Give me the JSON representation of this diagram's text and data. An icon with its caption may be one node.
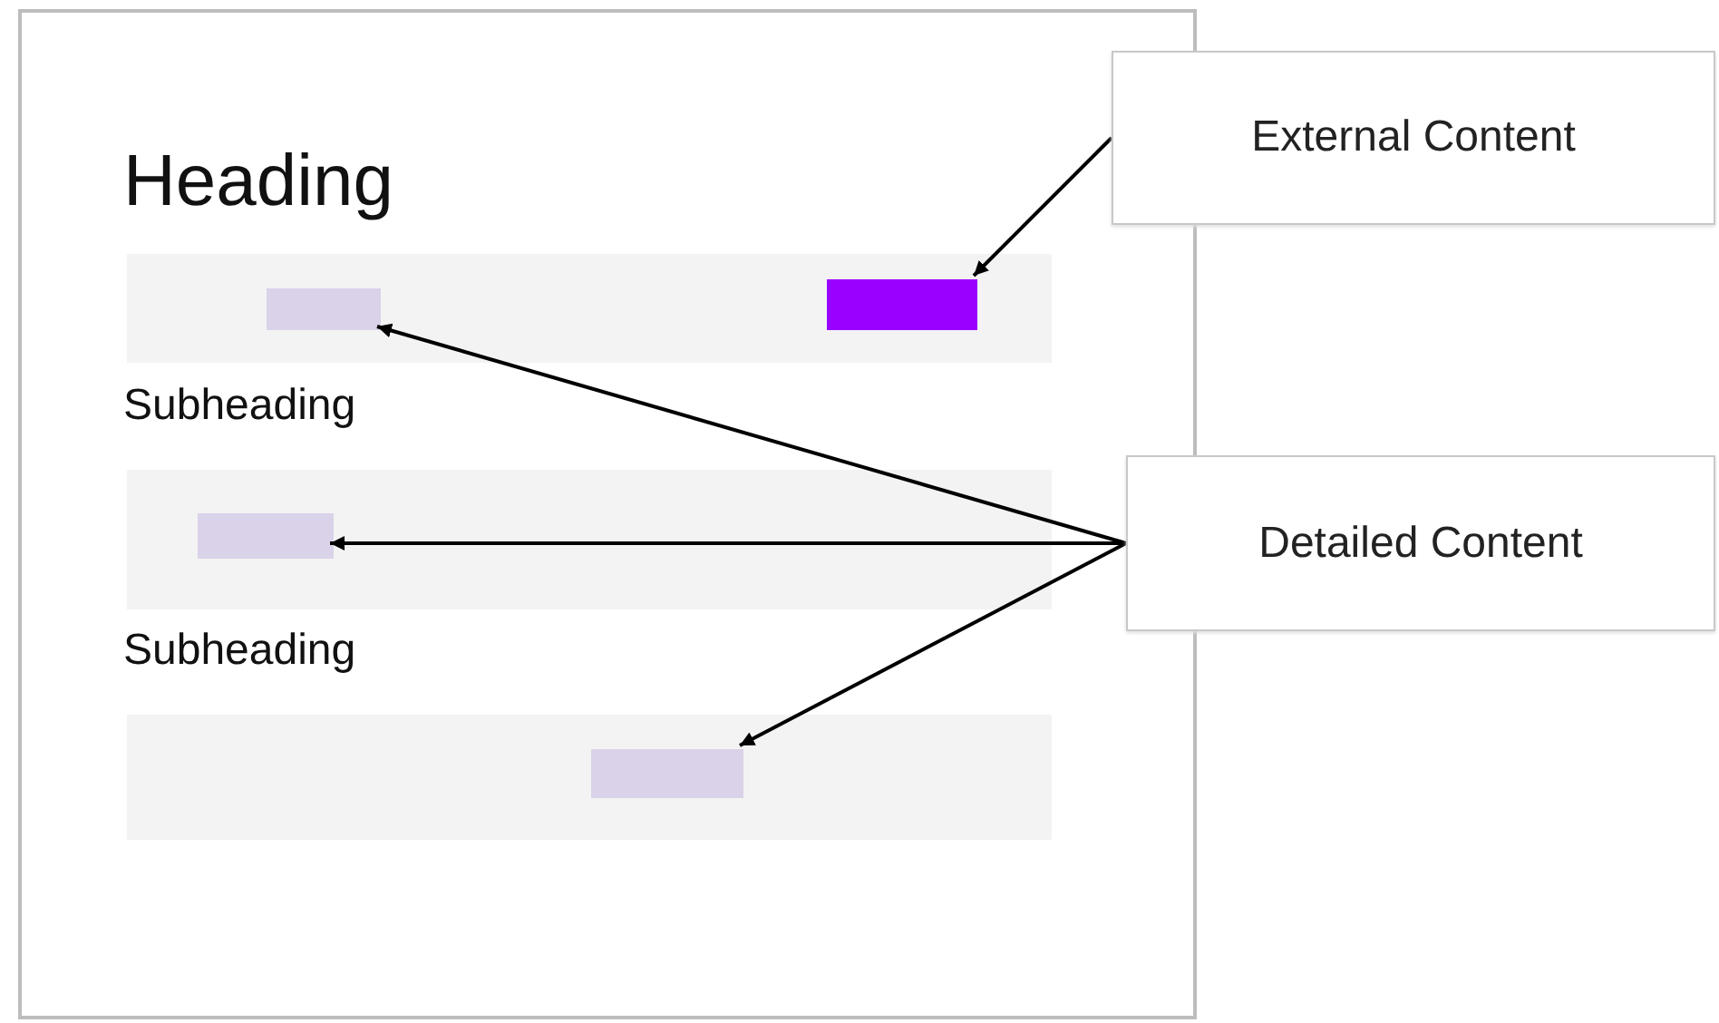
{
  "diagram": {
    "nodes": [
      {
        "text": [],
        "shape": "box"
      },
      {
        "text": [],
        "shape": "box",
        "in": 0
      },
      {
        "text": [],
        "shape": "box",
        "in": 1
      },
      {
        "text": [],
        "shape": "box",
        "in": 1
      },
      {
        "text": [],
        "shape": "box",
        "in": 0
      },
      {
        "text": [],
        "shape": "box",
        "in": 4
      },
      {
        "text": [],
        "shape": "box",
        "in": 0
      },
      {
        "text": [],
        "shape": "box",
        "in": 6
      },
      {
        "text": [
          "External Content"
        ]
      },
      {
        "text": [
          "Detailed Content"
        ]
      }
    ],
    "edges": [
      {
        "from": 8,
        "to": 3,
        "arrow": "to"
      },
      {
        "from": 9,
        "to": 2,
        "arrow": "to"
      },
      {
        "from": 9,
        "to": 5,
        "arrow": "to"
      },
      {
        "from": 9,
        "to": 7,
        "arrow": "to"
      }
    ],
    "labels": [
      "Heading",
      "Subheading",
      "Subheading"
    ]
  }
}
